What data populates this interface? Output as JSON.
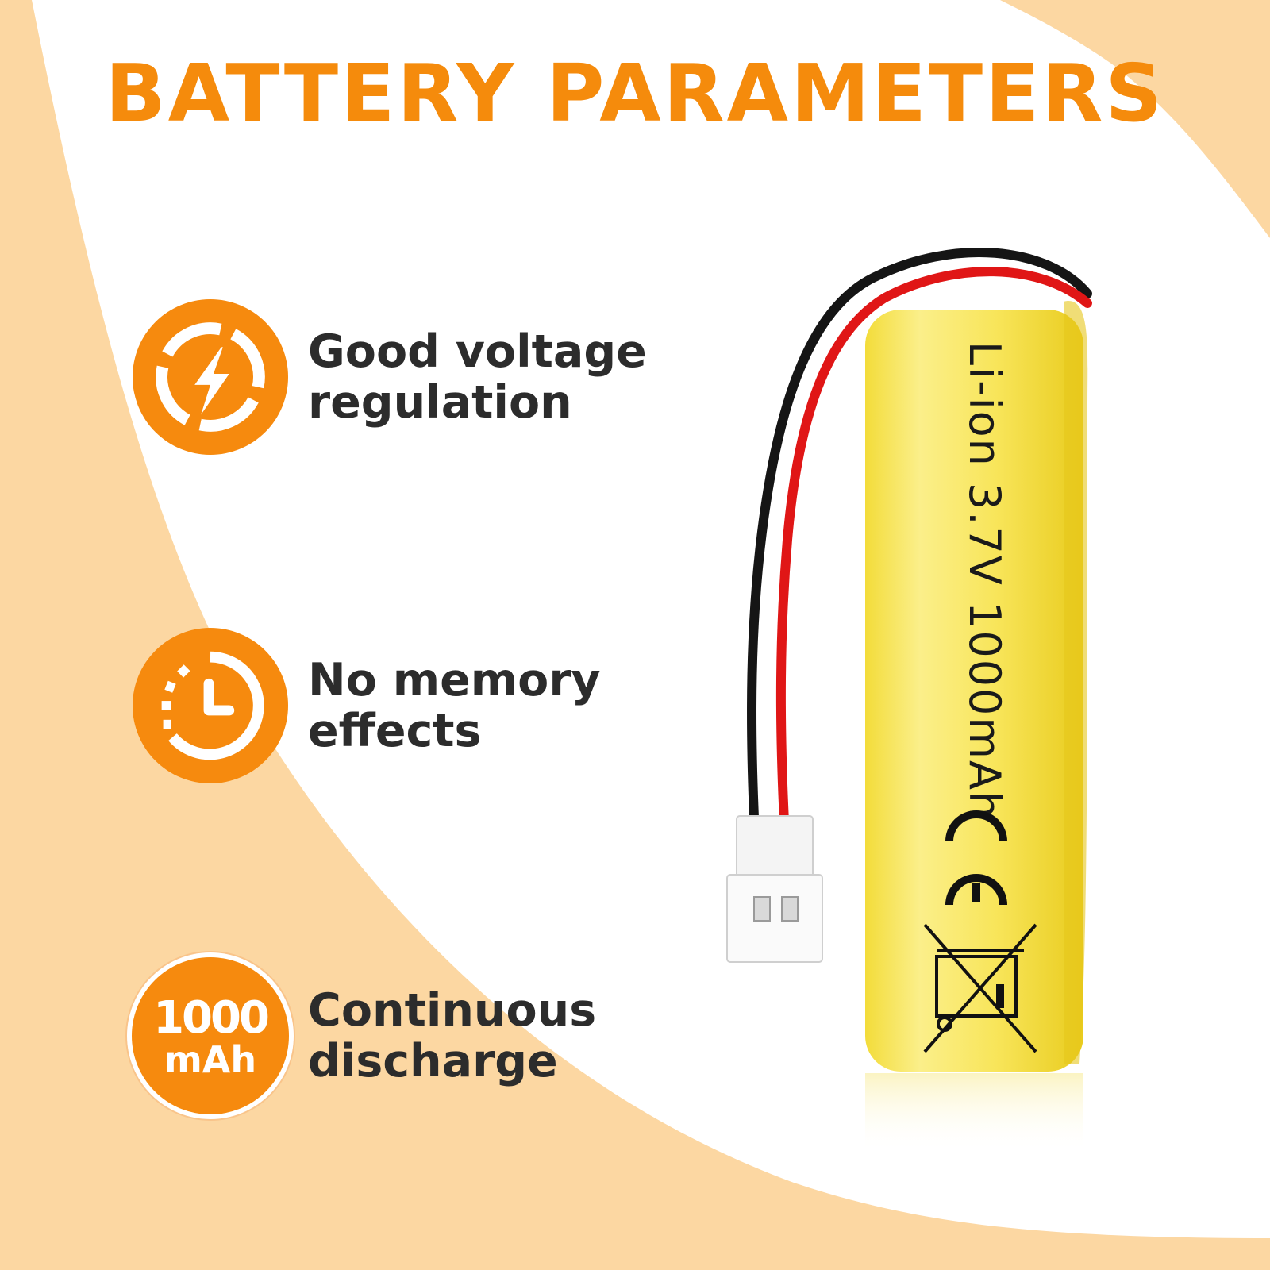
{
  "title": "BATTERY PARAMETERS",
  "colors": {
    "accent": "#f58b0c",
    "background_band": "#fcd7a2",
    "text": "#2c2c2c",
    "cell": "#f7e24c"
  },
  "features": [
    {
      "icon": "lightning-bolt-icon",
      "line1": "Good voltage",
      "line2": "regulation"
    },
    {
      "icon": "clock-icon",
      "line1": "No memory",
      "line2": "effects"
    },
    {
      "icon_number": "1000",
      "icon_unit": "mAh",
      "line1": "Continuous",
      "line2": "discharge"
    }
  ],
  "battery": {
    "label": "Li-ion 3.7V  1000mAh",
    "marks": [
      "ce-mark",
      "crossed-out-bin-icon"
    ]
  }
}
